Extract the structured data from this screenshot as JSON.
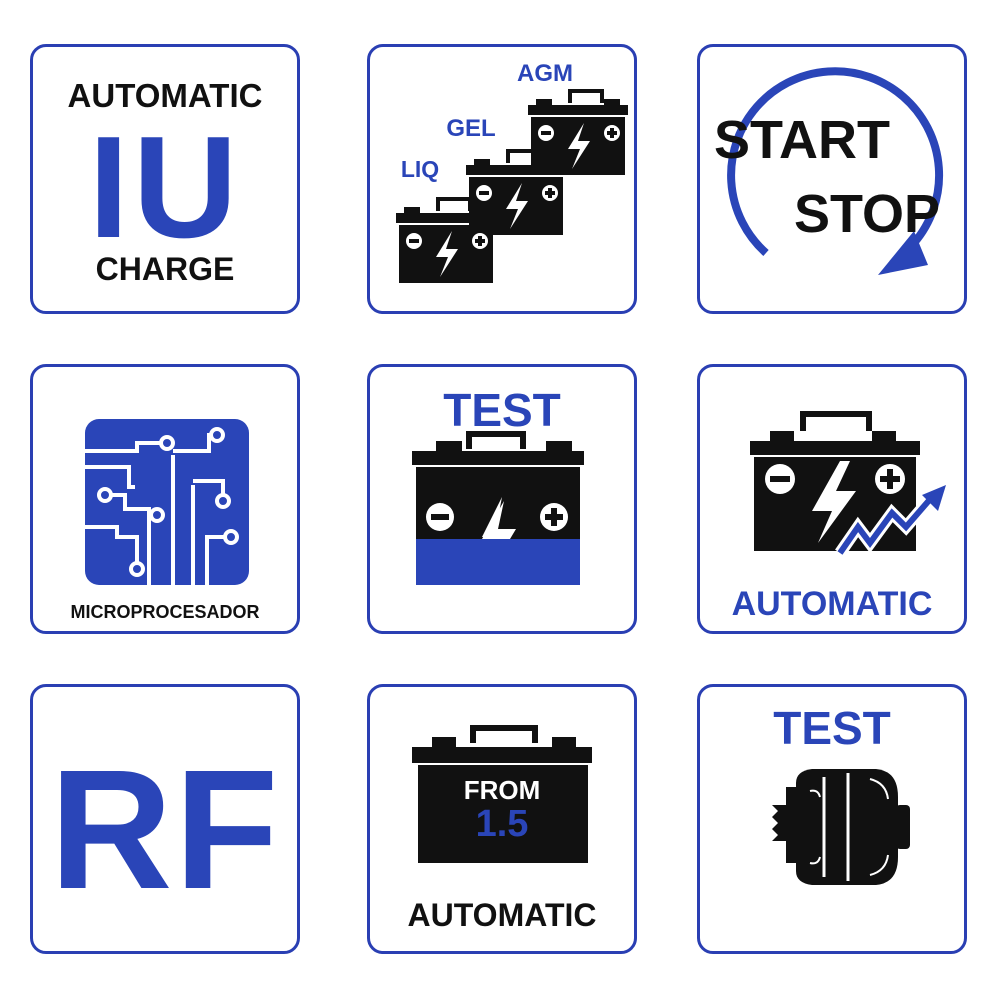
{
  "colors": {
    "blue": "#2a45b8",
    "border": "#2a3fb3",
    "black": "#111111",
    "white": "#ffffff"
  },
  "tiles": {
    "iu": {
      "top": "AUTOMATIC",
      "big": "IU",
      "bottom": "CHARGE"
    },
    "battery_types": {
      "agm": "AGM",
      "gel": "GEL",
      "liq": "LIQ",
      "icons": [
        "battery-icon",
        "lightning-icon",
        "plus-icon",
        "minus-icon"
      ]
    },
    "start_stop": {
      "line1": "START",
      "line2": "STOP",
      "icon": "circular-arrow-icon"
    },
    "micro": {
      "label": "MICROPROCESADOR",
      "icon": "circuit-chip-icon"
    },
    "test_battery": {
      "label": "TEST",
      "icon": "battery-icon"
    },
    "automatic_battery": {
      "label": "AUTOMATIC",
      "icon": "battery-trend-arrow-icon"
    },
    "rf": {
      "label": "RF"
    },
    "from": {
      "line1": "FROM",
      "line2": "1.5",
      "label": "AUTOMATIC",
      "icon": "battery-icon"
    },
    "test_alternator": {
      "label": "TEST",
      "icon": "alternator-icon"
    }
  }
}
